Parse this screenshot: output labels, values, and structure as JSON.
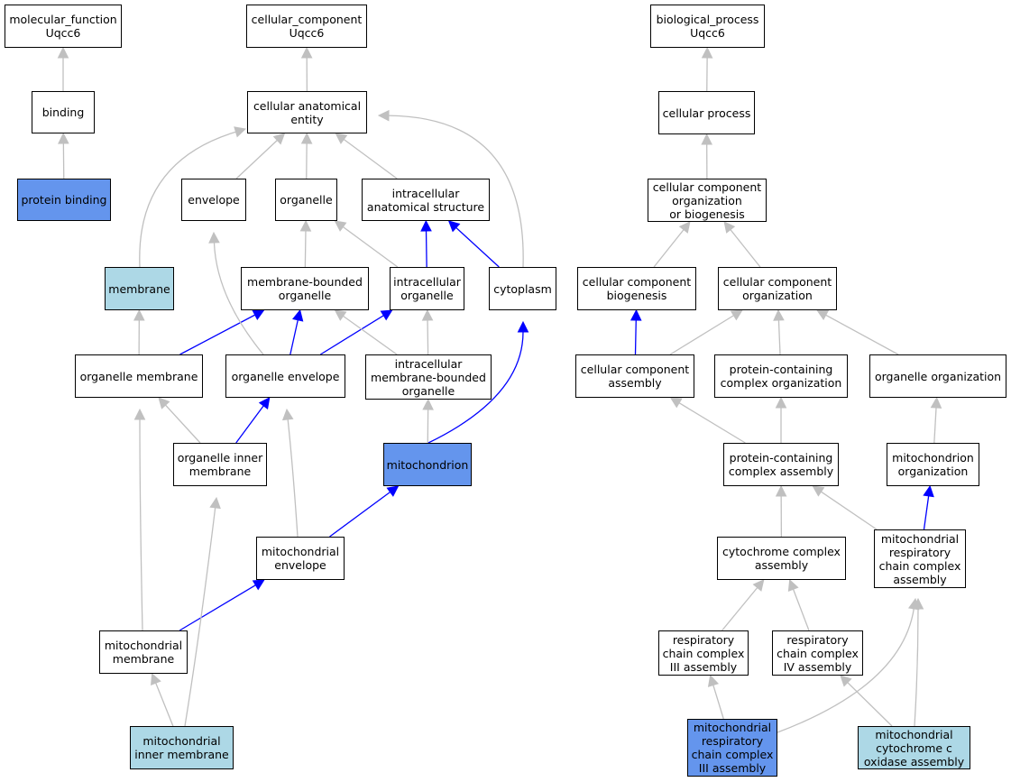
{
  "colors": {
    "default_fill": "#ffffff",
    "annotated_fill": "#6495ed",
    "highlight_fill": "#add8e6",
    "edge_gray": "#c0c0c0",
    "edge_blue": "#0000ff",
    "border": "#000000"
  },
  "nodes": {
    "mf_root": {
      "lines": [
        "molecular_function",
        "Uqcc6"
      ],
      "fill": "white"
    },
    "cc_root": {
      "lines": [
        "cellular_component",
        "Uqcc6"
      ],
      "fill": "white"
    },
    "bp_root": {
      "lines": [
        "biological_process",
        "Uqcc6"
      ],
      "fill": "white"
    },
    "binding": {
      "lines": [
        "binding"
      ],
      "fill": "white"
    },
    "protein_binding": {
      "lines": [
        "protein binding"
      ],
      "fill": "annotated"
    },
    "cellular_anatomical_entity": {
      "lines": [
        "cellular anatomical",
        "entity"
      ],
      "fill": "white"
    },
    "envelope": {
      "lines": [
        "envelope"
      ],
      "fill": "white"
    },
    "organelle": {
      "lines": [
        "organelle"
      ],
      "fill": "white"
    },
    "intracellular_anatomical_structure": {
      "lines": [
        "intracellular",
        "anatomical structure"
      ],
      "fill": "white"
    },
    "membrane": {
      "lines": [
        "membrane"
      ],
      "fill": "highlight"
    },
    "membrane_bounded_organelle": {
      "lines": [
        "membrane-bounded",
        "organelle"
      ],
      "fill": "white"
    },
    "intracellular_organelle": {
      "lines": [
        "intracellular",
        "organelle"
      ],
      "fill": "white"
    },
    "cytoplasm": {
      "lines": [
        "cytoplasm"
      ],
      "fill": "white"
    },
    "organelle_membrane": {
      "lines": [
        "organelle membrane"
      ],
      "fill": "white"
    },
    "organelle_envelope": {
      "lines": [
        "organelle envelope"
      ],
      "fill": "white"
    },
    "intracellular_membrane_bounded_organelle": {
      "lines": [
        "intracellular",
        "membrane-bounded",
        "organelle"
      ],
      "fill": "white"
    },
    "organelle_inner_membrane": {
      "lines": [
        "organelle inner",
        "membrane"
      ],
      "fill": "white"
    },
    "mitochondrion": {
      "lines": [
        "mitochondrion"
      ],
      "fill": "annotated"
    },
    "mitochondrial_envelope": {
      "lines": [
        "mitochondrial",
        "envelope"
      ],
      "fill": "white"
    },
    "mitochondrial_membrane": {
      "lines": [
        "mitochondrial",
        "membrane"
      ],
      "fill": "white"
    },
    "mitochondrial_inner_membrane": {
      "lines": [
        "mitochondrial",
        "inner membrane"
      ],
      "fill": "highlight"
    },
    "cellular_process": {
      "lines": [
        "cellular process"
      ],
      "fill": "white"
    },
    "cellular_component_organization_or_biogenesis": {
      "lines": [
        "cellular component",
        "organization",
        "or biogenesis"
      ],
      "fill": "white"
    },
    "cellular_component_biogenesis": {
      "lines": [
        "cellular component",
        "biogenesis"
      ],
      "fill": "white"
    },
    "cellular_component_organization": {
      "lines": [
        "cellular component",
        "organization"
      ],
      "fill": "white"
    },
    "cellular_component_assembly": {
      "lines": [
        "cellular component",
        "assembly"
      ],
      "fill": "white"
    },
    "protein_containing_complex_organization": {
      "lines": [
        "protein-containing",
        "complex organization"
      ],
      "fill": "white"
    },
    "organelle_organization": {
      "lines": [
        "organelle organization"
      ],
      "fill": "white"
    },
    "protein_containing_complex_assembly": {
      "lines": [
        "protein-containing",
        "complex assembly"
      ],
      "fill": "white"
    },
    "mitochondrion_organization": {
      "lines": [
        "mitochondrion",
        "organization"
      ],
      "fill": "white"
    },
    "cytochrome_complex_assembly": {
      "lines": [
        "cytochrome complex",
        "assembly"
      ],
      "fill": "white"
    },
    "mitochondrial_respiratory_chain_complex_assembly": {
      "lines": [
        "mitochondrial",
        "respiratory",
        "chain complex",
        "assembly"
      ],
      "fill": "white"
    },
    "respiratory_chain_complex_iii_assembly": {
      "lines": [
        "respiratory",
        "chain complex",
        "III assembly"
      ],
      "fill": "white"
    },
    "respiratory_chain_complex_iv_assembly": {
      "lines": [
        "respiratory",
        "chain complex",
        "IV assembly"
      ],
      "fill": "white"
    },
    "mitochondrial_respiratory_chain_complex_iii_assembly": {
      "lines": [
        "mitochondrial",
        "respiratory",
        "chain complex",
        "III assembly"
      ],
      "fill": "annotated"
    },
    "mitochondrial_cytochrome_c_oxidase_assembly": {
      "lines": [
        "mitochondrial",
        "cytochrome c",
        "oxidase assembly"
      ],
      "fill": "highlight"
    }
  },
  "edges": [
    {
      "from": "binding",
      "to": "mf_root",
      "color": "gray"
    },
    {
      "from": "protein_binding",
      "to": "binding",
      "color": "gray"
    },
    {
      "from": "cellular_anatomical_entity",
      "to": "cc_root",
      "color": "gray"
    },
    {
      "from": "envelope",
      "to": "cellular_anatomical_entity",
      "color": "gray"
    },
    {
      "from": "organelle",
      "to": "cellular_anatomical_entity",
      "color": "gray"
    },
    {
      "from": "intracellular_anatomical_structure",
      "to": "cellular_anatomical_entity",
      "color": "gray"
    },
    {
      "from": "membrane",
      "to": "cellular_anatomical_entity",
      "color": "gray"
    },
    {
      "from": "cytoplasm",
      "to": "cellular_anatomical_entity",
      "color": "gray"
    },
    {
      "from": "membrane_bounded_organelle",
      "to": "organelle",
      "color": "gray"
    },
    {
      "from": "intracellular_organelle",
      "to": "organelle",
      "color": "gray"
    },
    {
      "from": "intracellular_organelle",
      "to": "intracellular_anatomical_structure",
      "color": "blue"
    },
    {
      "from": "cytoplasm",
      "to": "intracellular_anatomical_structure",
      "color": "blue"
    },
    {
      "from": "organelle_membrane",
      "to": "membrane",
      "color": "gray"
    },
    {
      "from": "organelle_membrane",
      "to": "membrane_bounded_organelle",
      "color": "blue"
    },
    {
      "from": "organelle_envelope",
      "to": "membrane_bounded_organelle",
      "color": "blue"
    },
    {
      "from": "organelle_envelope",
      "to": "intracellular_organelle",
      "color": "blue"
    },
    {
      "from": "organelle_envelope",
      "to": "envelope",
      "color": "gray"
    },
    {
      "from": "intracellular_membrane_bounded_organelle",
      "to": "membrane_bounded_organelle",
      "color": "gray"
    },
    {
      "from": "intracellular_membrane_bounded_organelle",
      "to": "intracellular_organelle",
      "color": "gray"
    },
    {
      "from": "mitochondrion",
      "to": "intracellular_membrane_bounded_organelle",
      "color": "gray"
    },
    {
      "from": "mitochondrion",
      "to": "cytoplasm",
      "color": "blue"
    },
    {
      "from": "organelle_inner_membrane",
      "to": "organelle_membrane",
      "color": "gray"
    },
    {
      "from": "organelle_inner_membrane",
      "to": "organelle_envelope",
      "color": "blue"
    },
    {
      "from": "mitochondrial_envelope",
      "to": "organelle_envelope",
      "color": "gray"
    },
    {
      "from": "mitochondrial_envelope",
      "to": "mitochondrion",
      "color": "blue"
    },
    {
      "from": "mitochondrial_membrane",
      "to": "organelle_membrane",
      "color": "gray"
    },
    {
      "from": "mitochondrial_membrane",
      "to": "mitochondrial_envelope",
      "color": "blue"
    },
    {
      "from": "mitochondrial_inner_membrane",
      "to": "mitochondrial_membrane",
      "color": "gray"
    },
    {
      "from": "mitochondrial_inner_membrane",
      "to": "organelle_inner_membrane",
      "color": "gray"
    },
    {
      "from": "cellular_process",
      "to": "bp_root",
      "color": "gray"
    },
    {
      "from": "cellular_component_organization_or_biogenesis",
      "to": "cellular_process",
      "color": "gray"
    },
    {
      "from": "cellular_component_biogenesis",
      "to": "cellular_component_organization_or_biogenesis",
      "color": "gray"
    },
    {
      "from": "cellular_component_organization",
      "to": "cellular_component_organization_or_biogenesis",
      "color": "gray"
    },
    {
      "from": "cellular_component_assembly",
      "to": "cellular_component_biogenesis",
      "color": "blue"
    },
    {
      "from": "cellular_component_assembly",
      "to": "cellular_component_organization",
      "color": "gray"
    },
    {
      "from": "protein_containing_complex_organization",
      "to": "cellular_component_organization",
      "color": "gray"
    },
    {
      "from": "organelle_organization",
      "to": "cellular_component_organization",
      "color": "gray"
    },
    {
      "from": "protein_containing_complex_assembly",
      "to": "cellular_component_assembly",
      "color": "gray"
    },
    {
      "from": "protein_containing_complex_assembly",
      "to": "protein_containing_complex_organization",
      "color": "gray"
    },
    {
      "from": "mitochondrion_organization",
      "to": "organelle_organization",
      "color": "gray"
    },
    {
      "from": "cytochrome_complex_assembly",
      "to": "protein_containing_complex_assembly",
      "color": "gray"
    },
    {
      "from": "mitochondrial_respiratory_chain_complex_assembly",
      "to": "protein_containing_complex_assembly",
      "color": "gray"
    },
    {
      "from": "mitochondrial_respiratory_chain_complex_assembly",
      "to": "mitochondrion_organization",
      "color": "blue"
    },
    {
      "from": "respiratory_chain_complex_iii_assembly",
      "to": "cytochrome_complex_assembly",
      "color": "gray"
    },
    {
      "from": "respiratory_chain_complex_iv_assembly",
      "to": "cytochrome_complex_assembly",
      "color": "gray"
    },
    {
      "from": "mitochondrial_respiratory_chain_complex_iii_assembly",
      "to": "respiratory_chain_complex_iii_assembly",
      "color": "gray"
    },
    {
      "from": "mitochondrial_respiratory_chain_complex_iii_assembly",
      "to": "mitochondrial_respiratory_chain_complex_assembly",
      "color": "gray"
    },
    {
      "from": "mitochondrial_cytochrome_c_oxidase_assembly",
      "to": "respiratory_chain_complex_iv_assembly",
      "color": "gray"
    },
    {
      "from": "mitochondrial_cytochrome_c_oxidase_assembly",
      "to": "mitochondrial_respiratory_chain_complex_assembly",
      "color": "gray"
    }
  ]
}
